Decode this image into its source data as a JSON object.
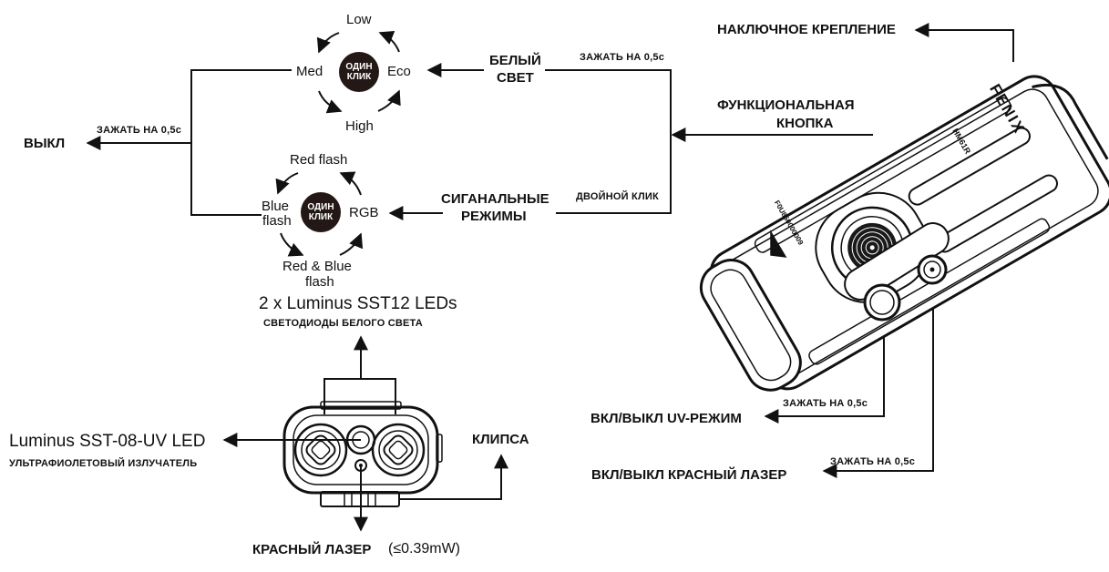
{
  "white_mode": {
    "press": "ОДИН",
    "press2": "КЛИК",
    "low": "Low",
    "eco": "Eco",
    "high": "High",
    "med": "Med"
  },
  "signal_mode": {
    "press": "ОДИН",
    "press2": "КЛИК",
    "red_flash": "Red flash",
    "rgb": "RGB",
    "red_blue_1": "Red & Blue",
    "red_blue_2": "flash",
    "blue_1": "Blue",
    "blue_2": "flash"
  },
  "labels": {
    "off": "ВЫКЛ",
    "hold_off": "ЗАЖАТЬ НА 0,5с",
    "white_1": "БЕЛЫЙ",
    "white_2": "СВЕТ",
    "hold_white": "ЗАЖАТЬ НА 0,5с",
    "signal_1": "СИГАНАЛЬНЫЕ",
    "signal_2": "РЕЖИМЫ",
    "double_click": "ДВОЙНОЙ КЛИК",
    "func_1": "ФУНКЦИОНАЛЬНАЯ",
    "func_2": "КНОПКА",
    "helmet_mount": "НАКЛЮЧНОЕ КРЕПЛЕНИЕ",
    "leds_en": "2 x Luminus SST12 LEDs",
    "leds_ru": "СВЕТОДИОДЫ БЕЛОГО СВЕТА",
    "uv_en": "Luminus SST-08-UV LED",
    "uv_ru": "УЛЬТРАФИОЛЕТОВЫЙ ИЗЛУЧАТЕЛЬ",
    "clip": "КЛИПСА",
    "laser_ru": "КРАСНЫЙ ЛАЗЕР",
    "laser_power": "(≤0.39mW)",
    "uv_toggle": "ВКЛ/ВЫКЛ UV-РЕЖИМ",
    "hold_uv": "ЗАЖАТЬ НА 0,5с",
    "laser_toggle": "ВКЛ/ВЫКЛ КРАСНЫЙ ЛАЗЕР",
    "hold_laser": "ЗАЖАТЬ НА 0,5с"
  },
  "device": {
    "brand": "FENIX",
    "model": "HM61R",
    "serial": "F0U850000009"
  }
}
